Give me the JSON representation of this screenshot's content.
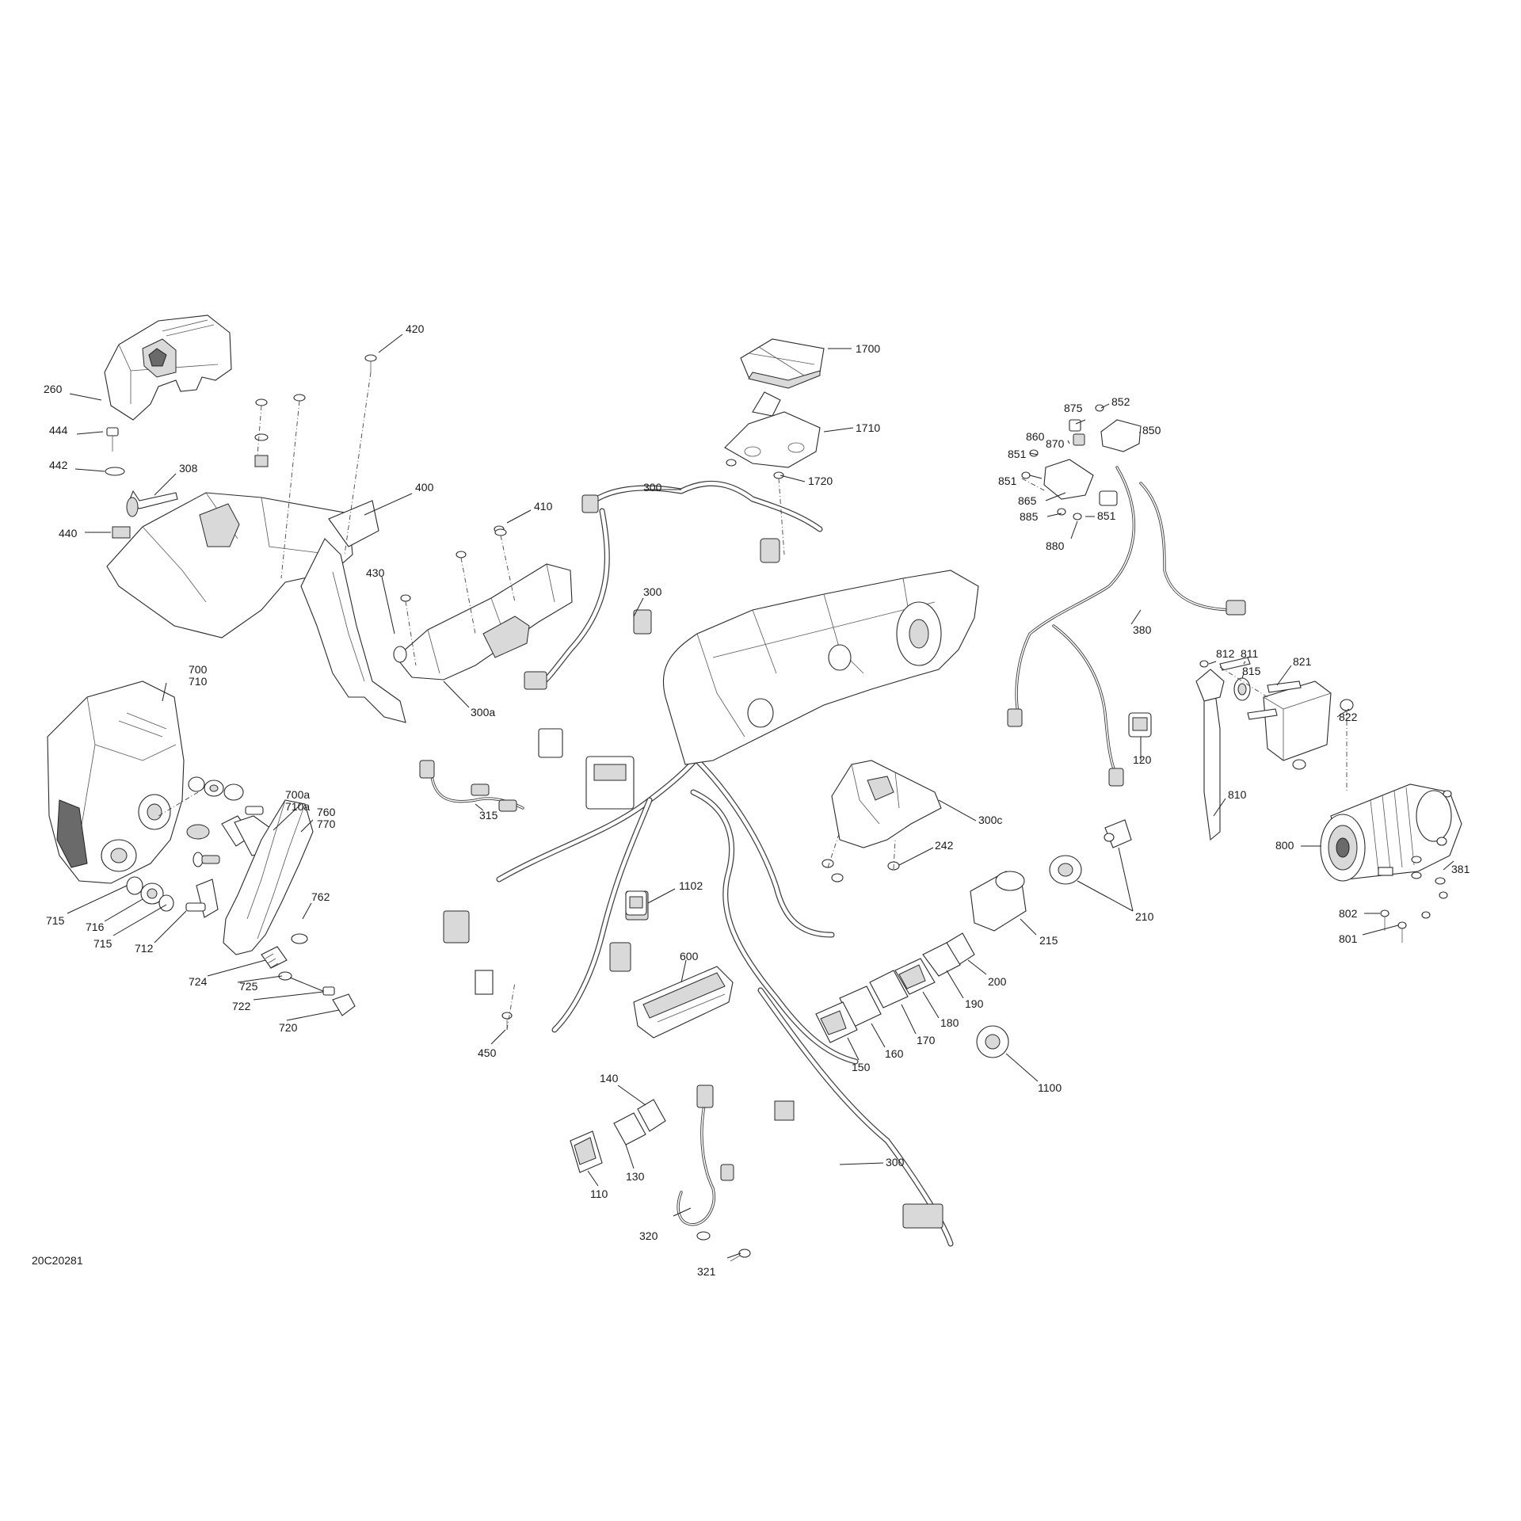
{
  "drawing_id": "20C20281",
  "callouts": [
    {
      "id": "c-420",
      "text": "420"
    },
    {
      "id": "c-260",
      "text": "260"
    },
    {
      "id": "c-444",
      "text": "444"
    },
    {
      "id": "c-442",
      "text": "442"
    },
    {
      "id": "c-308",
      "text": "308"
    },
    {
      "id": "c-440",
      "text": "440"
    },
    {
      "id": "c-400",
      "text": "400"
    },
    {
      "id": "c-430",
      "text": "430"
    },
    {
      "id": "c-410",
      "text": "410"
    },
    {
      "id": "c-300a",
      "text": "300a"
    },
    {
      "id": "c-300-top",
      "text": "300"
    },
    {
      "id": "c-300-mid",
      "text": "300"
    },
    {
      "id": "c-300-bottom",
      "text": "300"
    },
    {
      "id": "c-1700",
      "text": "1700"
    },
    {
      "id": "c-1710",
      "text": "1710"
    },
    {
      "id": "c-1720",
      "text": "1720"
    },
    {
      "id": "c-875",
      "text": "875"
    },
    {
      "id": "c-852",
      "text": "852"
    },
    {
      "id": "c-850",
      "text": "850"
    },
    {
      "id": "c-860",
      "text": "860"
    },
    {
      "id": "c-870",
      "text": "870"
    },
    {
      "id": "c-851-a",
      "text": "851"
    },
    {
      "id": "c-851-b",
      "text": "851"
    },
    {
      "id": "c-851-c",
      "text": "851"
    },
    {
      "id": "c-865",
      "text": "865"
    },
    {
      "id": "c-885",
      "text": "885"
    },
    {
      "id": "c-880",
      "text": "880"
    },
    {
      "id": "c-380",
      "text": "380"
    },
    {
      "id": "c-812",
      "text": "812"
    },
    {
      "id": "c-811",
      "text": "811"
    },
    {
      "id": "c-815",
      "text": "815"
    },
    {
      "id": "c-821",
      "text": "821"
    },
    {
      "id": "c-822",
      "text": "822"
    },
    {
      "id": "c-120",
      "text": "120"
    },
    {
      "id": "c-810",
      "text": "810"
    },
    {
      "id": "c-800",
      "text": "800"
    },
    {
      "id": "c-381",
      "text": "381"
    },
    {
      "id": "c-802",
      "text": "802"
    },
    {
      "id": "c-801",
      "text": "801"
    },
    {
      "id": "c-700",
      "text": "700"
    },
    {
      "id": "c-710",
      "text": "710"
    },
    {
      "id": "c-700a",
      "text": "700a"
    },
    {
      "id": "c-710a",
      "text": "710a"
    },
    {
      "id": "c-760",
      "text": "760"
    },
    {
      "id": "c-770",
      "text": "770"
    },
    {
      "id": "c-762",
      "text": "762"
    },
    {
      "id": "c-715-a",
      "text": "715"
    },
    {
      "id": "c-716",
      "text": "716"
    },
    {
      "id": "c-715-b",
      "text": "715"
    },
    {
      "id": "c-712",
      "text": "712"
    },
    {
      "id": "c-724",
      "text": "724"
    },
    {
      "id": "c-725",
      "text": "725"
    },
    {
      "id": "c-722",
      "text": "722"
    },
    {
      "id": "c-720",
      "text": "720"
    },
    {
      "id": "c-315",
      "text": "315"
    },
    {
      "id": "c-300c",
      "text": "300c"
    },
    {
      "id": "c-242",
      "text": "242"
    },
    {
      "id": "c-210",
      "text": "210"
    },
    {
      "id": "c-215",
      "text": "215"
    },
    {
      "id": "c-200",
      "text": "200"
    },
    {
      "id": "c-190",
      "text": "190"
    },
    {
      "id": "c-180",
      "text": "180"
    },
    {
      "id": "c-170",
      "text": "170"
    },
    {
      "id": "c-160",
      "text": "160"
    },
    {
      "id": "c-150",
      "text": "150"
    },
    {
      "id": "c-1100",
      "text": "1100"
    },
    {
      "id": "c-1102",
      "text": "1102"
    },
    {
      "id": "c-600",
      "text": "600"
    },
    {
      "id": "c-450",
      "text": "450"
    },
    {
      "id": "c-140",
      "text": "140"
    },
    {
      "id": "c-130",
      "text": "130"
    },
    {
      "id": "c-110",
      "text": "110"
    },
    {
      "id": "c-320",
      "text": "320"
    },
    {
      "id": "c-321",
      "text": "321"
    }
  ]
}
